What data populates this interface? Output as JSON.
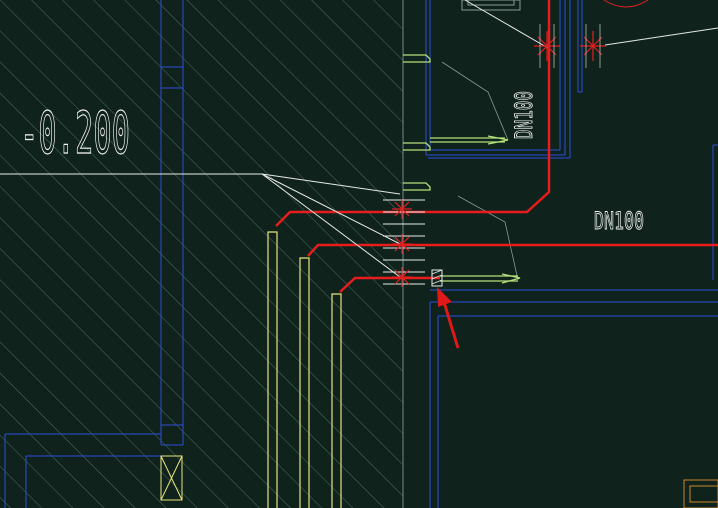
{
  "labels": {
    "elevation": "-0.200",
    "pipe_vertical": "DN100",
    "pipe_horizontal": "DN100"
  },
  "colors": {
    "background": "#0f231c",
    "hatch": "#4e6a63",
    "wall_blue": "#2d4cdc",
    "pipe_red": "#e81c1c",
    "riser_yellow": "#e8e37a",
    "fitting_green": "#b4e07a",
    "leader_white": "#e8e8e8",
    "text_white": "#f2f2f2",
    "marker_red": "#e02020",
    "gray_line": "#8a9a96",
    "orange_box": "#c8862a"
  }
}
